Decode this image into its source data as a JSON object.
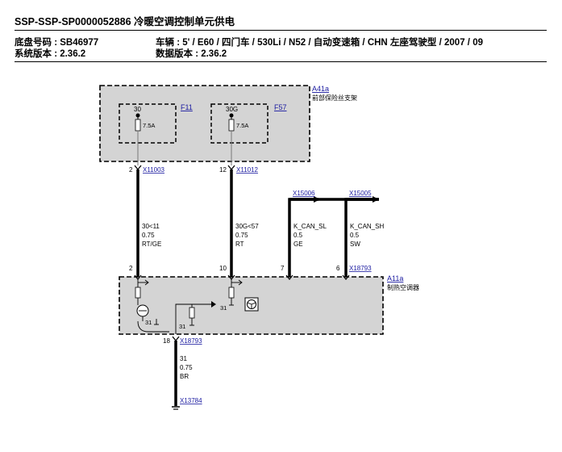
{
  "header": {
    "title": "SSP-SSP-SP0000052886 冷暖空调控制单元供电",
    "chassis": "底盘号码 :  SB46977",
    "system_version": "系统版本 : 2.36.2",
    "vehicle": "车辆 :  5' / E60 / 四门车 / 530Li / N52 / 自动变速箱 / CHN 左座驾驶型 / 2007 / 09",
    "data_version": "数据版本 : 2.36.2"
  },
  "diagram": {
    "fuse_box": {
      "id": "A41a",
      "desc": "前部保险丝支架"
    },
    "fuse_f11": {
      "id": "F11",
      "terminal": "30",
      "rating": "7.5A"
    },
    "fuse_f57": {
      "id": "F57",
      "terminal": "30G",
      "rating": "7.5A"
    },
    "controller": {
      "id": "A11a",
      "desc": "制热空调器"
    },
    "connectors": {
      "x11003": {
        "pin": "2",
        "id": "X11003"
      },
      "x11012": {
        "pin": "12",
        "id": "X11012"
      },
      "x15006": {
        "id": "X15006"
      },
      "x15005": {
        "id": "X15005"
      },
      "x18793_top": {
        "id": "X18793"
      },
      "x18793_bottom": {
        "pin": "18",
        "id": "X18793"
      },
      "x13784": {
        "id": "X13784"
      }
    },
    "pins": {
      "p2": "2",
      "p10": "10",
      "p7": "7",
      "p6": "6"
    },
    "wires": {
      "w1": {
        "signal": "30<11",
        "gauge": "0.75",
        "color": "RT/GE"
      },
      "w2": {
        "signal": "30G<57",
        "gauge": "0.75",
        "color": "RT"
      },
      "w3": {
        "signal": "K_CAN_SL",
        "gauge": "0.5",
        "color": "GE"
      },
      "w4": {
        "signal": "K_CAN_SH",
        "gauge": "0.5",
        "color": "SW"
      },
      "w5": {
        "signal": "31",
        "gauge": "0.75",
        "color": "BR"
      }
    },
    "ground_labels": {
      "g1": "31",
      "g2": "31",
      "g3": "31"
    }
  }
}
